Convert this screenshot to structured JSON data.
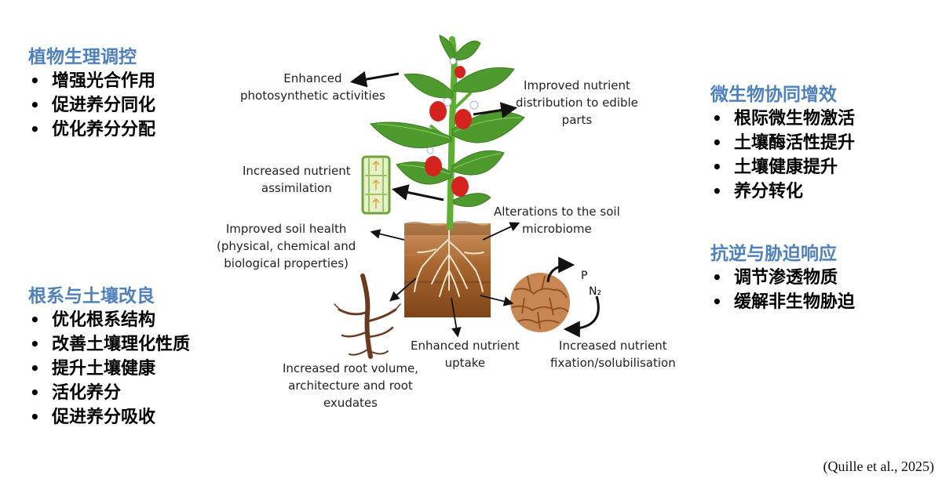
{
  "sections": {
    "plant_physiology": {
      "title": "植物生理调控",
      "items": [
        "增强光合作用",
        "促进养分同化",
        "优化养分分配"
      ]
    },
    "root_soil": {
      "title": "根系与土壤改良",
      "items": [
        "优化根系结构",
        "改善土壤理化性质",
        "提升土壤健康",
        "活化养分",
        "促进养分吸收"
      ]
    },
    "microbial": {
      "title": "微生物协同增效",
      "items": [
        "根际微生物激活",
        "土壤酶活性提升",
        "土壤健康提升",
        "养分转化"
      ]
    },
    "stress": {
      "title": "抗逆与胁迫响应",
      "items": [
        "调节渗透物质",
        "缓解非生物胁迫"
      ]
    }
  },
  "labels": {
    "photosynthesis": [
      "Enhanced",
      "photosynthetic activities"
    ],
    "distribution": [
      "Improved nutrient",
      "distribution to edible",
      "parts"
    ],
    "assimilation": [
      "Increased nutrient",
      "assimilation"
    ],
    "soil_health": [
      "Improved soil health",
      "(physical, chemical and",
      "biological properties)"
    ],
    "microbiome": [
      "Alterations to the soil",
      "microbiome"
    ],
    "root_volume": [
      "Increased root volume,",
      "architecture and root",
      "exudates"
    ],
    "uptake": [
      "Enhanced nutrient",
      "uptake"
    ],
    "fixation": [
      "Increased nutrient",
      "fixation/solubilisation"
    ],
    "nutrient_p": "P",
    "nutrient_n2": "N₂"
  },
  "citation": "(Quille et al.,  2025)",
  "colors": {
    "title_blue": "#4f81bd",
    "leaf_green": "#4f9a2e",
    "stem_green": "#5fae34",
    "pepper_red": "#d4231f",
    "soil_top": "#c58a56",
    "soil_mid": "#a8652e",
    "soil_deep": "#8a4d1c",
    "root_brown": "#6b3a1e"
  }
}
